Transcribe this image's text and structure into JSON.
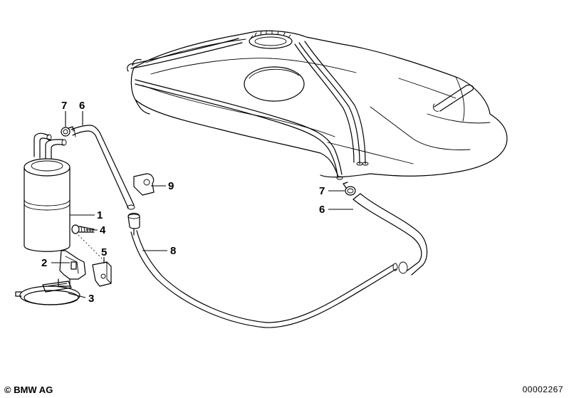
{
  "labels": {
    "p1": "1",
    "p2": "2",
    "p3": "3",
    "p4": "4",
    "p5": "5",
    "p6a": "6",
    "p6b": "6",
    "p7a": "7",
    "p7b": "7",
    "p8": "8",
    "p9": "9"
  },
  "footer": {
    "copyright": "© BMW AG",
    "image_number": "00002267"
  }
}
